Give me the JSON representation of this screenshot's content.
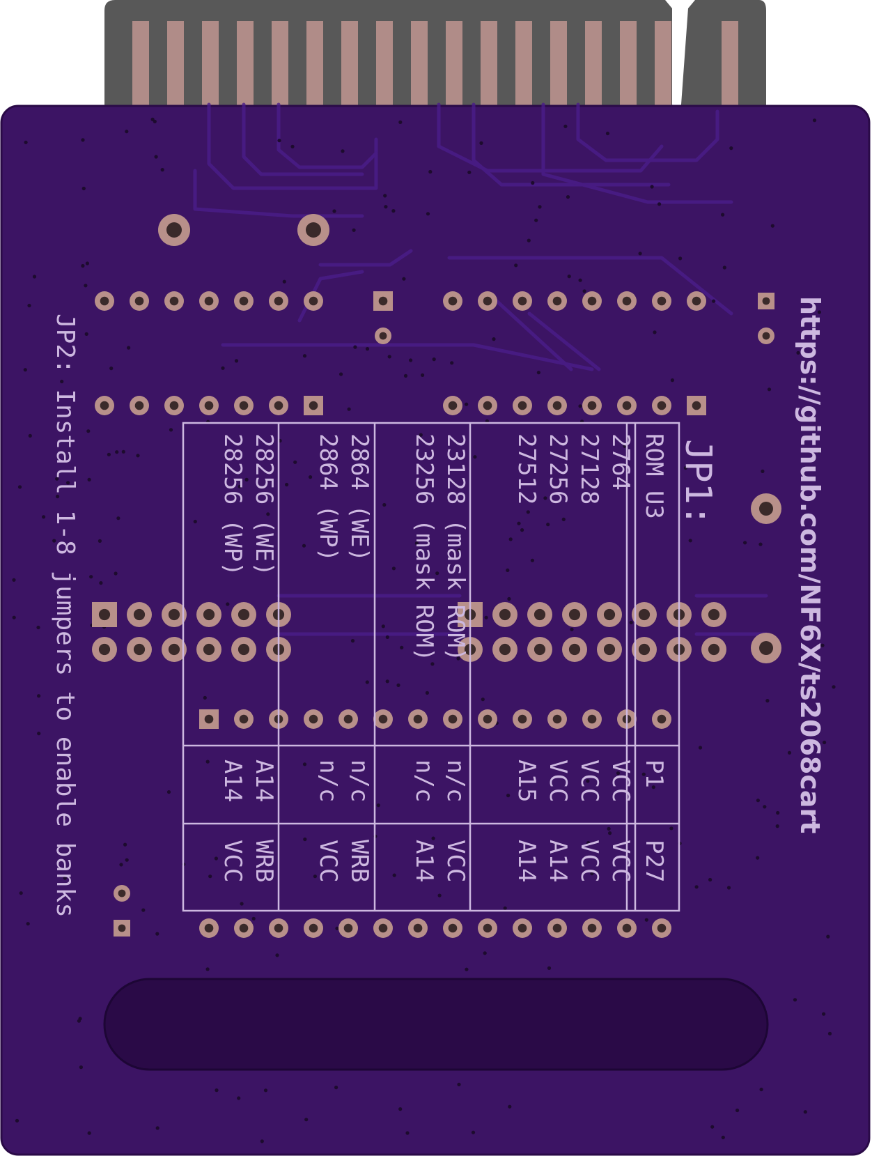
{
  "board": {
    "colors": {
      "substrate": "#3c1464",
      "mask_dark": "#2a0a47",
      "silkscreen": "#cdb8e0",
      "copper_pad": "#b8908a",
      "edge_connector_body": "#555555",
      "edge_finger": "#b08c88"
    }
  },
  "silkscreen": {
    "url": "https://github.com/NF6X/ts2068cart",
    "jp2_note": "JP2: Install 1-8 jumpers to enable banks",
    "jp1_title": "JP1:",
    "table": {
      "header_col": {
        "rom": "ROM U3",
        "p1": "P1",
        "p27": "P27"
      },
      "columns": [
        {
          "chips": [
            "2764",
            "27128",
            "27256",
            "27512"
          ],
          "p1": [
            "VCC",
            "VCC",
            "VCC",
            "A15"
          ],
          "p27": [
            "VCC",
            "VCC",
            "A14",
            "A14"
          ]
        },
        {
          "chips": [
            "23128 (mask ROM)",
            "23256 (mask ROM)"
          ],
          "p1": [
            "n/c",
            "n/c"
          ],
          "p27": [
            "VCC",
            "A14"
          ]
        },
        {
          "chips": [
            "2864 (WE)",
            "2864 (WP)"
          ],
          "p1": [
            "n/c",
            "n/c"
          ],
          "p27": [
            "WRB",
            "VCC"
          ]
        },
        {
          "chips": [
            "28256 (WE)",
            "28256 (WP)"
          ],
          "p1": [
            "A14",
            "A14"
          ],
          "p27": [
            "WRB",
            "VCC"
          ]
        }
      ]
    }
  },
  "icons": {
    "pcb": "pcb-board-icon",
    "edge_connector": "edge-connector-icon"
  }
}
